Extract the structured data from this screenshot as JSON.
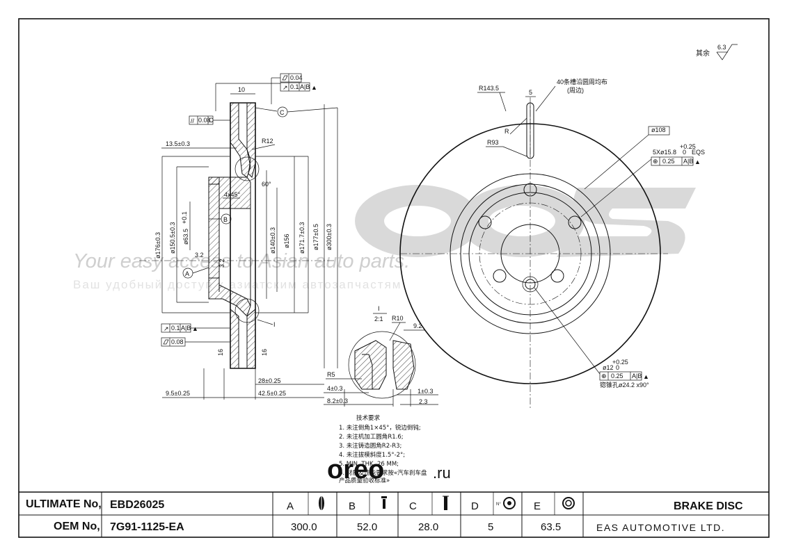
{
  "roughness": {
    "label": "其余",
    "value": "6.3"
  },
  "watermark": {
    "line1": "Your easy access to Asian auto parts.",
    "line2": "Ваш удобный доступ к азиатским автозапчастям",
    "logo": "eas",
    "site": "oreo.ru",
    "site_display": "oreo",
    "site_suffix": ".ru"
  },
  "section_view": {
    "tol_flatness": "0.04",
    "tol_runout": "0.1",
    "tol_runout_ref": "A|B",
    "tol_parallel": "0.08",
    "tol_parallel_ref": "C",
    "datum_c": "C",
    "datum_b": "B",
    "datum_a": "A",
    "width_10": "10",
    "dim_13_5": "13.5±0.3",
    "r12": "R12",
    "r60": "60°",
    "chamfer": "4x45°",
    "d176": "ø176±0.3",
    "d150": "ø150.5±0.3",
    "d63": "ø63.5",
    "d63_tol": "+0.1",
    "d63_tol2": "0",
    "d140": "ø140±0.3",
    "d156": "ø156",
    "d171": "ø171.7±0.3",
    "d177": "ø177±0.5",
    "d300": "ø300±0.3",
    "r32a": "3.2",
    "r32b": "3.2",
    "label_i": "I",
    "bottom_runout": "0.1",
    "bottom_runout_ref": "A|B",
    "bottom_flat": "0.08",
    "s16a": "16",
    "s16b": "16",
    "dim_28": "28±0.25",
    "dim_9_5": "9.5±0.25",
    "dim_42_5": "42.5±0.25"
  },
  "detail_view": {
    "label": "I",
    "scale": "2:1",
    "r10": "R10",
    "dim_9_2": "9.2",
    "r5": "R5",
    "dim_4": "4±0.3",
    "dim_8_2": "8.2±0.3",
    "dim_1": "1±0.3",
    "dim_2_3": "2.3"
  },
  "front_view": {
    "r143": "R143.5",
    "slot_w": "5",
    "slots_note": "40条槽沿圆周均布",
    "slots_note2": "(周边)",
    "r_label": "R",
    "r93": "R93",
    "d108": "ø108",
    "holes": "5Xø15.8",
    "holes_tol": "+0.25",
    "holes_tol2": "0",
    "holes_eqs": "EQS",
    "holes_pos": "0.25",
    "holes_ref": "A|B",
    "hole12": "ø12",
    "hole12_tol": "+0.25",
    "hole12_tol2": "0",
    "hole12_pos": "0.25",
    "hole12_ref": "A|B",
    "countersink": "锪锥孔ø24.2 x90°"
  },
  "notes": {
    "title": "技术要求",
    "items": [
      "1. 未注倒角1×45°，锐边倒钝;",
      "2. 未注机加工圆角R1.6;",
      "3. 未注铸造圆角R2-R3;",
      "4. 未注拔模斜度1.5°-2°;",
      "5. MIN. THK. 26 MM;",
      "6. 材质及性能要求按«汽车刹车盘",
      "   产品质量验收标准»"
    ]
  },
  "table": {
    "ultimate_label": "ULTIMATE No,",
    "ultimate_value": "EBD26025",
    "oem_label": "OEM No,",
    "oem_value": "7G91-1125-EA",
    "columns": [
      {
        "letter": "A",
        "value": "300.0",
        "icon": "disc-diameter-icon"
      },
      {
        "letter": "B",
        "value": "52.0",
        "icon": "disc-height-icon"
      },
      {
        "letter": "C",
        "value": "28.0",
        "icon": "disc-thickness-icon"
      },
      {
        "letter": "D",
        "value": "5",
        "icon": "bolt-holes-icon"
      },
      {
        "letter": "E",
        "value": "63.5",
        "icon": "center-bore-icon"
      }
    ],
    "product": "BRAKE DISC",
    "company": "EAS AUTOMOTIVE LTD."
  }
}
